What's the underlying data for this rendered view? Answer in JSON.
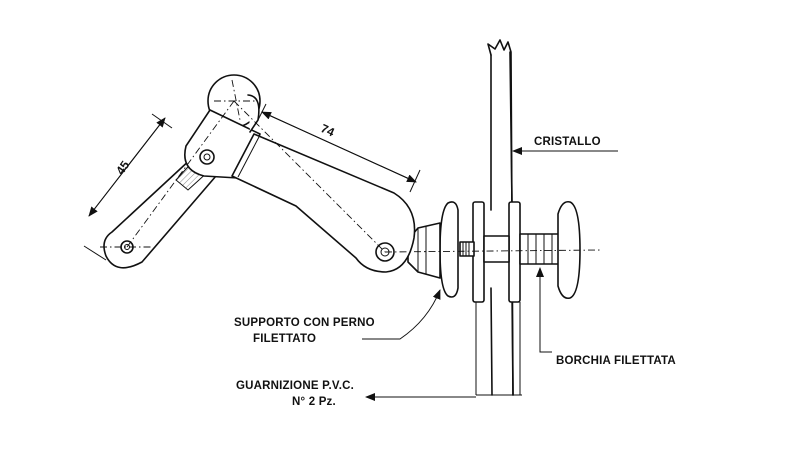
{
  "drawing": {
    "labels": {
      "cristallo": "CRISTALLO",
      "supporto_line1": "SUPPORTO CON PERNO",
      "supporto_line2": "FILETTATO",
      "borchia": "BORCHIA FILETTATA",
      "guarnizione_line1": "GUARNIZIONE P.V.C.",
      "guarnizione_line2": "N° 2 Pz."
    },
    "dimensions": {
      "short_arm": "45",
      "long_arm": "74"
    },
    "colors": {
      "ink": "#111111",
      "paper": "#ffffff"
    }
  }
}
